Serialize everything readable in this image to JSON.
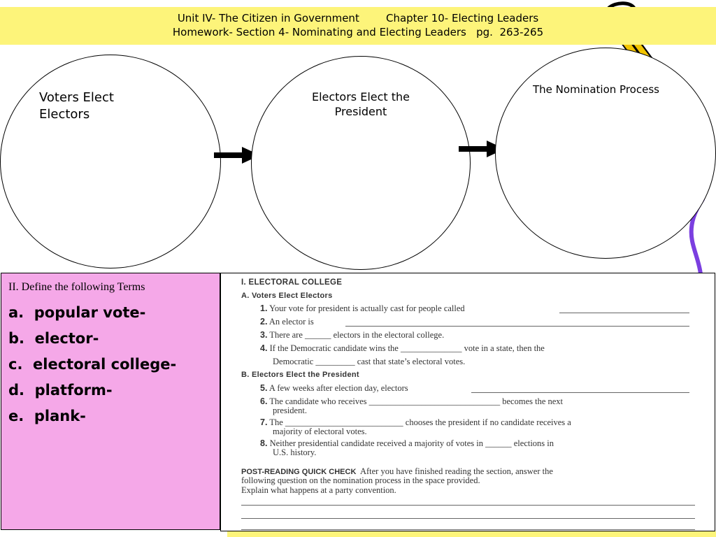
{
  "header": {
    "line1": "Unit IV- The Citizen in Government        Chapter 10- Electing Leaders",
    "line2": "Homework- Section 4- Nominating and Electing Leaders   pg.  263-265"
  },
  "circles": [
    {
      "label": "Voters Elect\nElectors"
    },
    {
      "label": "Electors Elect the\nPresident"
    },
    {
      "label": "The Nomination Process"
    }
  ],
  "terms": {
    "title": "II.  Define the following Terms",
    "items": [
      "a.  popular vote-",
      "b.  elector-",
      "c.  electoral college-",
      "d.  platform-",
      "e.  plank-"
    ]
  },
  "worksheet": {
    "heading": "I. ELECTORAL  COLLEGE",
    "section_a": "A. Voters Elect Electors",
    "a_items": [
      {
        "num": "1.",
        "text": "Your vote for president is actually cast for people called"
      },
      {
        "num": "2.",
        "text": "An elector is"
      },
      {
        "num": "3.",
        "text": "There are ______ electors in the electoral college."
      },
      {
        "num": "4.",
        "text": "If the Democratic candidate wins the ______________ vote in a state, then the"
      },
      {
        "num": "",
        "text": "Democratic _________ cast that state’s electoral votes."
      }
    ],
    "section_b": "B. Electors Elect the President",
    "b_items": [
      {
        "num": "5.",
        "text": "A few weeks after election day, electors"
      },
      {
        "num": "6.",
        "text": "The candidate who receives ______________________________ becomes the next"
      },
      {
        "num": "",
        "text": "president."
      },
      {
        "num": "7.",
        "text": "The ___________________________ chooses the president if no candidate receives a"
      },
      {
        "num": "",
        "text": "majority of electoral votes."
      },
      {
        "num": "8.",
        "text": "Neither presidential candidate received a majority of votes in ______ elections in"
      },
      {
        "num": "",
        "text": "U.S. history."
      }
    ],
    "post_heading": "POST-READING QUICK CHECK",
    "post_text1": "After you have finished reading the section, answer the",
    "post_text2": "following question on the nomination process in the space provided.",
    "post_text3": "Explain what happens at a party convention."
  },
  "colors": {
    "header_bg": "#fdf47a",
    "terms_bg": "#f5a8e8",
    "accent_purple": "#7b3fe0"
  }
}
